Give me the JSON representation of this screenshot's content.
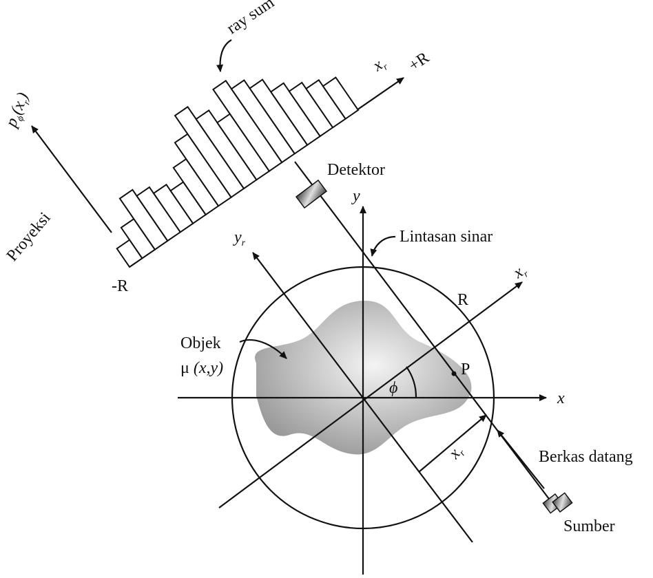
{
  "labels": {
    "ray_sum": "ray sum",
    "projection_axis": "x",
    "projection_axis_sub": "r",
    "plus_r": "+R",
    "minus_r": "-R",
    "p_func_p": "p",
    "p_func_sub": "ϕ",
    "p_func_open": "(x",
    "p_func_r": "r",
    "p_func_close": ")",
    "proyeksi": "Proyeksi",
    "detektor": "Detektor",
    "y_axis": "y",
    "x_axis": "x",
    "yr_axis": "y",
    "yr_sub": "r",
    "xr_axis": "x",
    "xr_sub": "r",
    "lintasan": "Lintasan sinar",
    "circle_r": "R",
    "objek": "Objek",
    "mu": "μ",
    "mu_args": "(x,y)",
    "point_p": "P",
    "phi": "ϕ",
    "xr_dist": "x",
    "xr_dist_sub": "r",
    "berkas": "Berkas datang",
    "sumber": "Sumber"
  },
  "projection": {
    "bars": [
      0.9,
      1.5,
      2.5,
      2.2,
      1.9,
      1.6,
      2.3,
      3.1,
      4.0,
      3.4,
      2.8,
      4.0,
      3.6,
      3.2,
      2.6,
      2.2,
      1.9,
      1.6
    ]
  },
  "colors": {
    "ink": "#111111",
    "object_light": "#f2f2f2",
    "object_dark": "#9a9a9a",
    "device": "#7a7a7a"
  }
}
